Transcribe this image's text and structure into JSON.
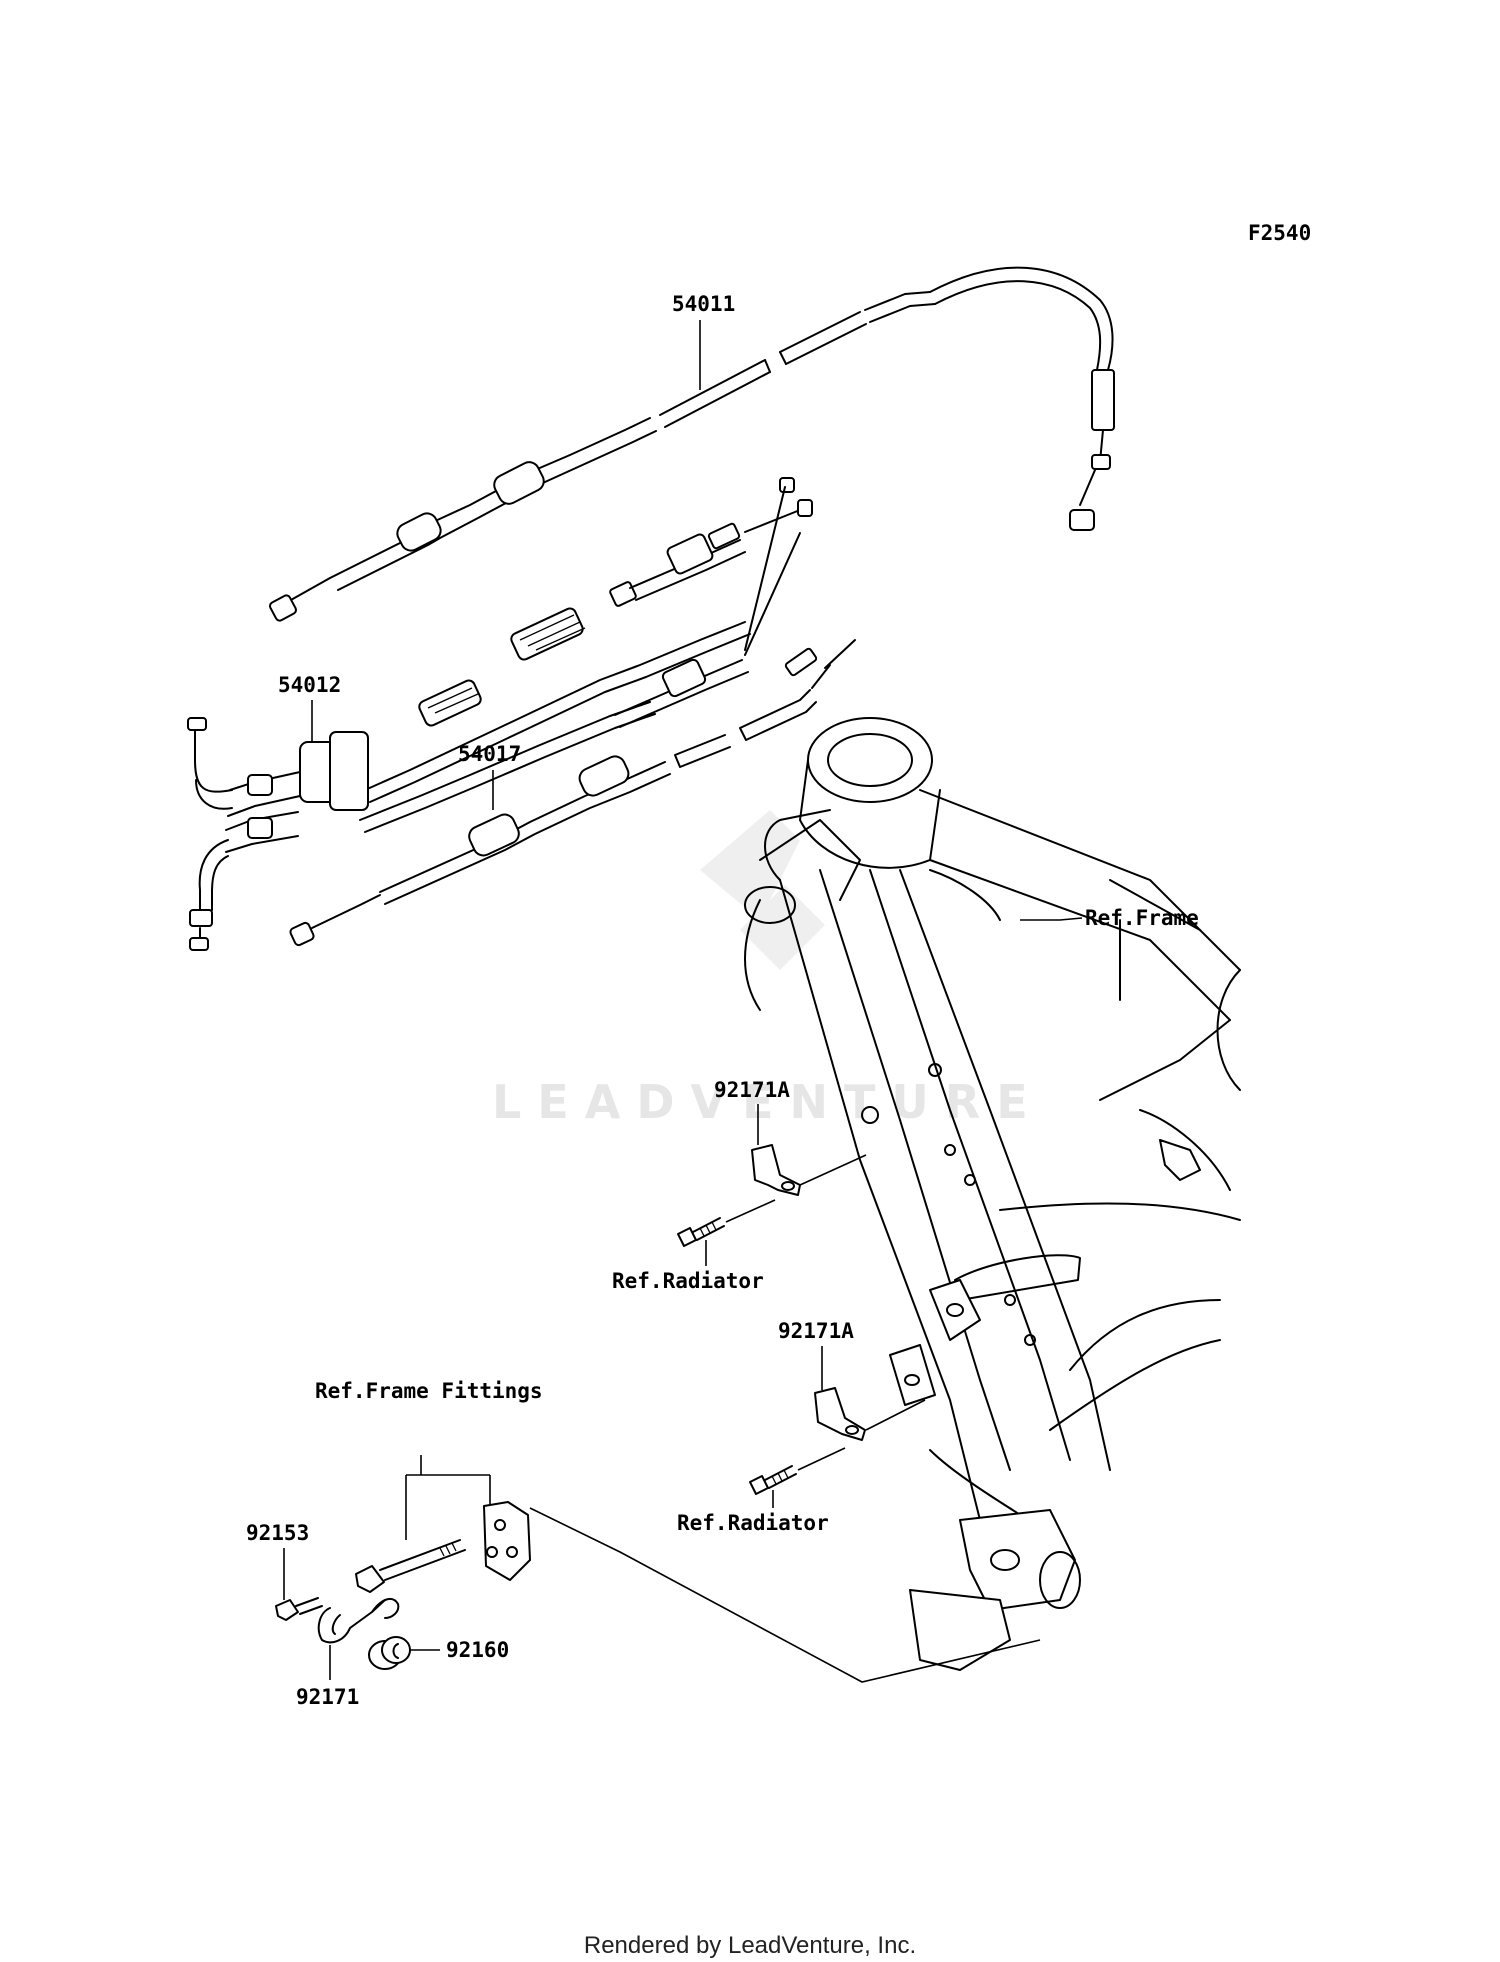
{
  "diagram_code": "F2540",
  "watermark": "LEADVENTURE",
  "parts": [
    {
      "number": "54011"
    },
    {
      "number": "54012"
    },
    {
      "number": "54017"
    },
    {
      "number": "92171A"
    },
    {
      "number": "92171A"
    },
    {
      "number": "92153"
    },
    {
      "number": "92171"
    },
    {
      "number": "92160"
    }
  ],
  "references": [
    {
      "label": "Ref.Frame"
    },
    {
      "label": "Ref.Radiator"
    },
    {
      "label": "Ref.Radiator"
    },
    {
      "label": "Ref.Frame Fittings"
    }
  ],
  "footer": "Rendered by LeadVenture, Inc."
}
